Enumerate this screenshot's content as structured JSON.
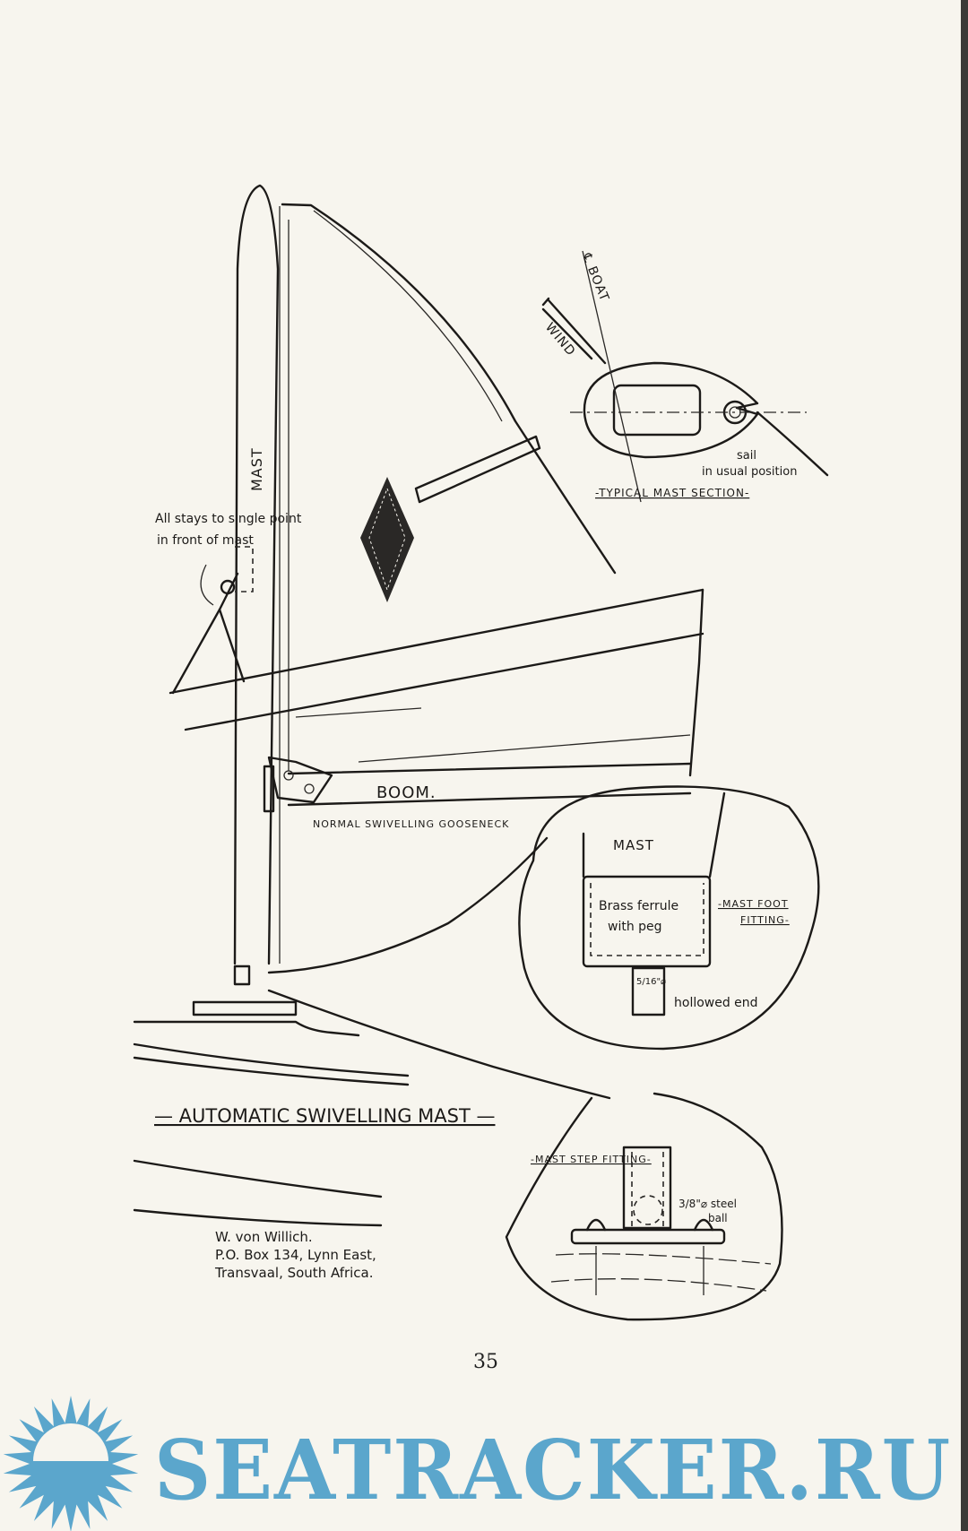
{
  "labels": {
    "mast_vertical": "MAST",
    "stays_note_line1": "All stays to single point",
    "stays_note_line2": "in front of mast",
    "boom": "BOOM.",
    "gooseneck": "NORMAL SWIVELLING GOOSENECK",
    "boat_centerline": "℄ BOAT",
    "wind": "WIND",
    "sail_note_line1": "sail",
    "sail_note_line2": "in usual position",
    "mast_section_title": "-TYPICAL MAST SECTION-",
    "foot_mast": "MAST",
    "ferrule_line1": "Brass ferrule",
    "ferrule_line2": "with peg",
    "mast_foot_line1": "-MAST FOOT",
    "mast_foot_line2": "FITTING-",
    "peg_dim": "5/16\"⌀",
    "hollowed_end": "hollowed end",
    "step_title": "-MAST STEP FITTING-",
    "ball_line1": "3/8\"⌀ steel",
    "ball_line2": "ball"
  },
  "title": "— AUTOMATIC SWIVELLING MAST —",
  "address": {
    "name": "W. von Willich.",
    "line1": "P.O. Box 134, Lynn East,",
    "line2": "Transvaal, South Africa."
  },
  "page_number": "35",
  "watermark": {
    "text": "SEATRACKER.RU",
    "icon": "sun-icon",
    "color": "#5ba6cc"
  }
}
